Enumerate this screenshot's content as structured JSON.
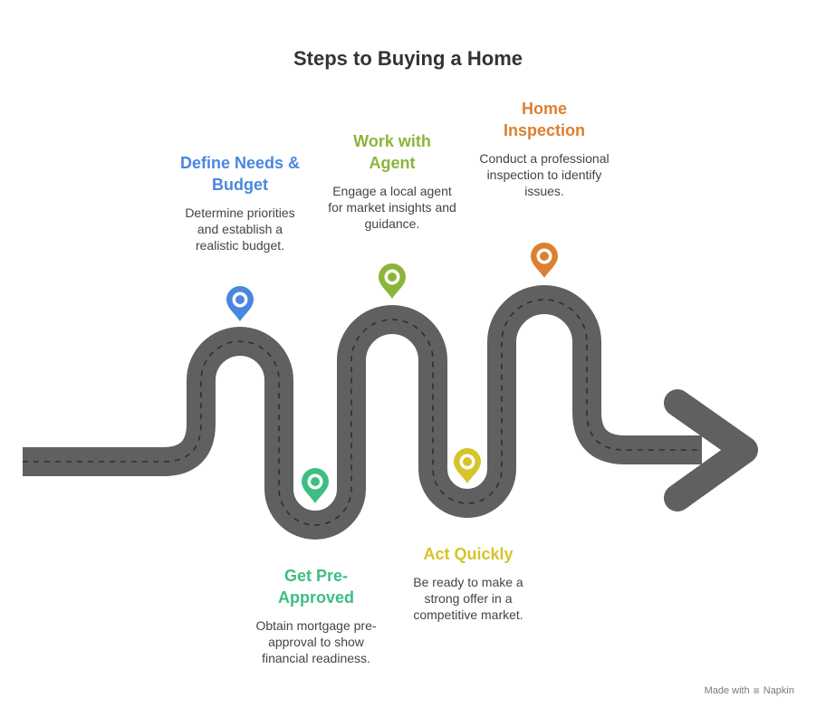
{
  "title": "Steps to Buying a Home",
  "steps": [
    {
      "title": "Define Needs & Budget",
      "desc": "Determine priorities and establish a realistic budget.",
      "color": "#4a87de"
    },
    {
      "title": "Get Pre-Approved",
      "desc": "Obtain mortgage pre-approval to show financial readiness.",
      "color": "#3dbe82"
    },
    {
      "title": "Work with Agent",
      "desc": "Engage a local agent for market insights and guidance.",
      "color": "#8bb53a"
    },
    {
      "title": "Act Quickly",
      "desc": "Be ready to make a strong offer in a competitive market.",
      "color": "#d6c42a"
    },
    {
      "title": "Home Inspection",
      "desc": "Conduct a professional inspection to identify issues.",
      "color": "#db8030"
    }
  ],
  "footer": {
    "made_with": "Made with",
    "brand": "Napkin"
  },
  "colors": {
    "road": "#606060",
    "lane": "#2f2f2f"
  }
}
